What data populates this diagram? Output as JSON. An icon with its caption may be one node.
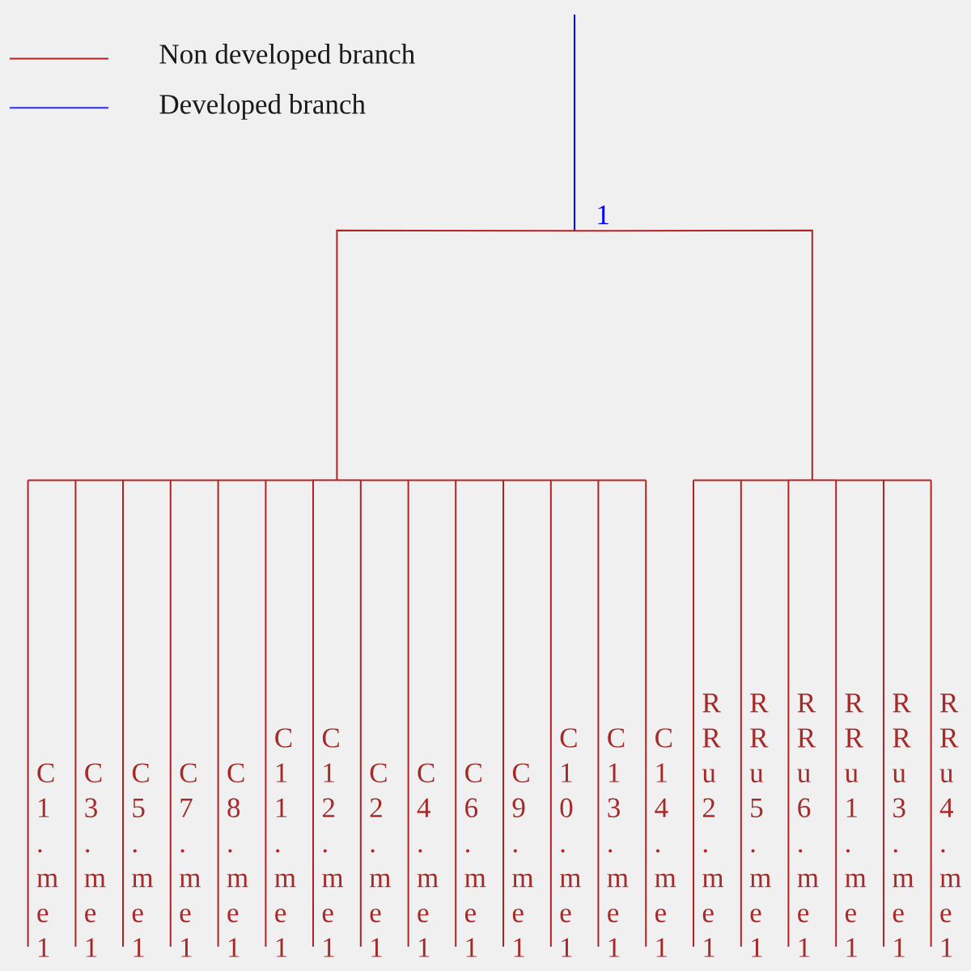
{
  "diagram": {
    "nodes": [
      {
        "text": [
          "1"
        ]
      },
      {
        "text": [
          "C1.me1"
        ]
      },
      {
        "text": [
          "C3.me1"
        ]
      },
      {
        "text": [
          "C5.me1"
        ]
      },
      {
        "text": [
          "C7.me1"
        ]
      },
      {
        "text": [
          "C8.me1"
        ]
      },
      {
        "text": [
          "C11.me1"
        ]
      },
      {
        "text": [
          "C12.me1"
        ]
      },
      {
        "text": [
          "C2.me1"
        ]
      },
      {
        "text": [
          "C4.me1"
        ]
      },
      {
        "text": [
          "C6.me1"
        ]
      },
      {
        "text": [
          "C9.me1"
        ]
      },
      {
        "text": [
          "C10.me1"
        ]
      },
      {
        "text": [
          "C13.me1"
        ]
      },
      {
        "text": [
          "C14.me1"
        ]
      },
      {
        "text": [
          "RRu2.me1"
        ]
      },
      {
        "text": [
          "RRu5.me1"
        ]
      },
      {
        "text": [
          "RRu6.me1"
        ]
      },
      {
        "text": [
          "RRu1.me1"
        ]
      },
      {
        "text": [
          "RRu3.me1"
        ]
      },
      {
        "text": [
          "RRu4.me1"
        ]
      }
    ],
    "edges": [
      {
        "from": null,
        "to": 0,
        "arrow": "none",
        "color": "#0000ff"
      },
      {
        "from": 0,
        "to": 1,
        "arrow": "none"
      },
      {
        "from": 0,
        "to": 2,
        "arrow": "none"
      },
      {
        "from": 0,
        "to": 3,
        "arrow": "none"
      },
      {
        "from": 0,
        "to": 4,
        "arrow": "none"
      },
      {
        "from": 0,
        "to": 5,
        "arrow": "none"
      },
      {
        "from": 0,
        "to": 6,
        "arrow": "none"
      },
      {
        "from": 0,
        "to": 7,
        "arrow": "none"
      },
      {
        "from": 0,
        "to": 8,
        "arrow": "none"
      },
      {
        "from": 0,
        "to": 9,
        "arrow": "none"
      },
      {
        "from": 0,
        "to": 10,
        "arrow": "none"
      },
      {
        "from": 0,
        "to": 11,
        "arrow": "none"
      },
      {
        "from": 0,
        "to": 12,
        "arrow": "none"
      },
      {
        "from": 0,
        "to": 13,
        "arrow": "none"
      },
      {
        "from": 0,
        "to": 14,
        "arrow": "none"
      },
      {
        "from": 0,
        "to": 15,
        "arrow": "none"
      },
      {
        "from": 0,
        "to": 16,
        "arrow": "none"
      },
      {
        "from": 0,
        "to": 17,
        "arrow": "none"
      },
      {
        "from": 0,
        "to": 18,
        "arrow": "none"
      },
      {
        "from": 0,
        "to": 19,
        "arrow": "none"
      },
      {
        "from": 0,
        "to": 20,
        "arrow": "none"
      }
    ],
    "legend": [
      {
        "text": "Non developed branch"
      },
      {
        "text": "Developed branch"
      }
    ]
  }
}
